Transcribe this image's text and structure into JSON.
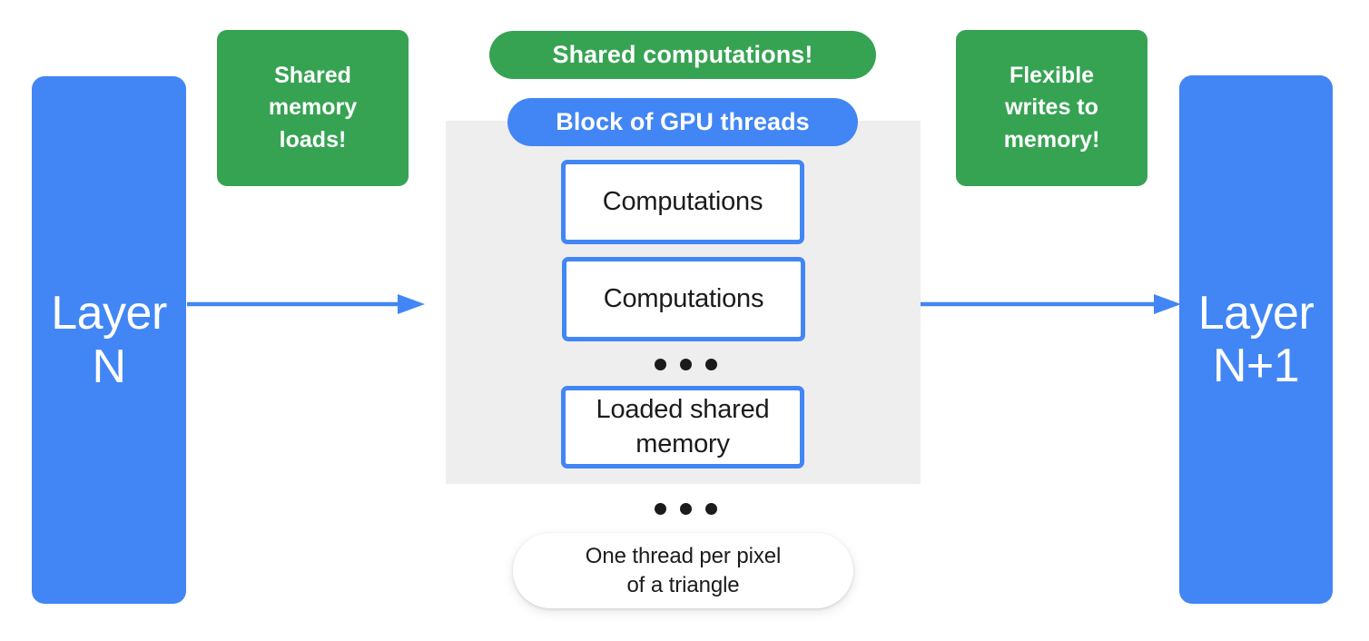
{
  "diagram": {
    "title": "GPU block shared-memory dataflow between neural network layers",
    "colors": {
      "blue": "#4286f5",
      "green": "#36a353",
      "gray_block": "#eeeeee",
      "text_dark": "#1b1b1b",
      "text_light": "#ffffff"
    },
    "layers": [
      {
        "id": "layer-n",
        "label": "Layer\nN"
      },
      {
        "id": "layer-n-plus-1",
        "label": "Layer\nN+1"
      }
    ],
    "callouts": [
      {
        "id": "shared-memory-loads",
        "label": "Shared\nmemory\nloads!",
        "color": "#36a353"
      },
      {
        "id": "flexible-writes",
        "label": "Flexible\nwrites to\nmemory!",
        "color": "#36a353"
      }
    ],
    "pills": [
      {
        "id": "shared-computations",
        "label": "Shared computations!",
        "color": "#36a353"
      },
      {
        "id": "block-of-gpu-threads",
        "label": "Block of GPU threads",
        "color": "#4286f5"
      }
    ],
    "block": {
      "thread_boxes": [
        {
          "id": "thread-box-1",
          "label": "Computations"
        },
        {
          "id": "thread-box-2",
          "label": "Computations"
        },
        {
          "id": "thread-box-3",
          "label": "Loaded shared\nmemory"
        }
      ],
      "ellipsis_inner": "• • •",
      "ellipsis_outer": "• • •"
    },
    "footnote": {
      "id": "one-thread-per-pixel",
      "label": "One thread per pixel\nof a triangle"
    },
    "arrows": [
      {
        "id": "layer-n-to-block",
        "direction": "right",
        "color": "#4286f5"
      },
      {
        "id": "block-to-layer-n-plus-1",
        "direction": "right",
        "color": "#4286f5"
      }
    ]
  }
}
